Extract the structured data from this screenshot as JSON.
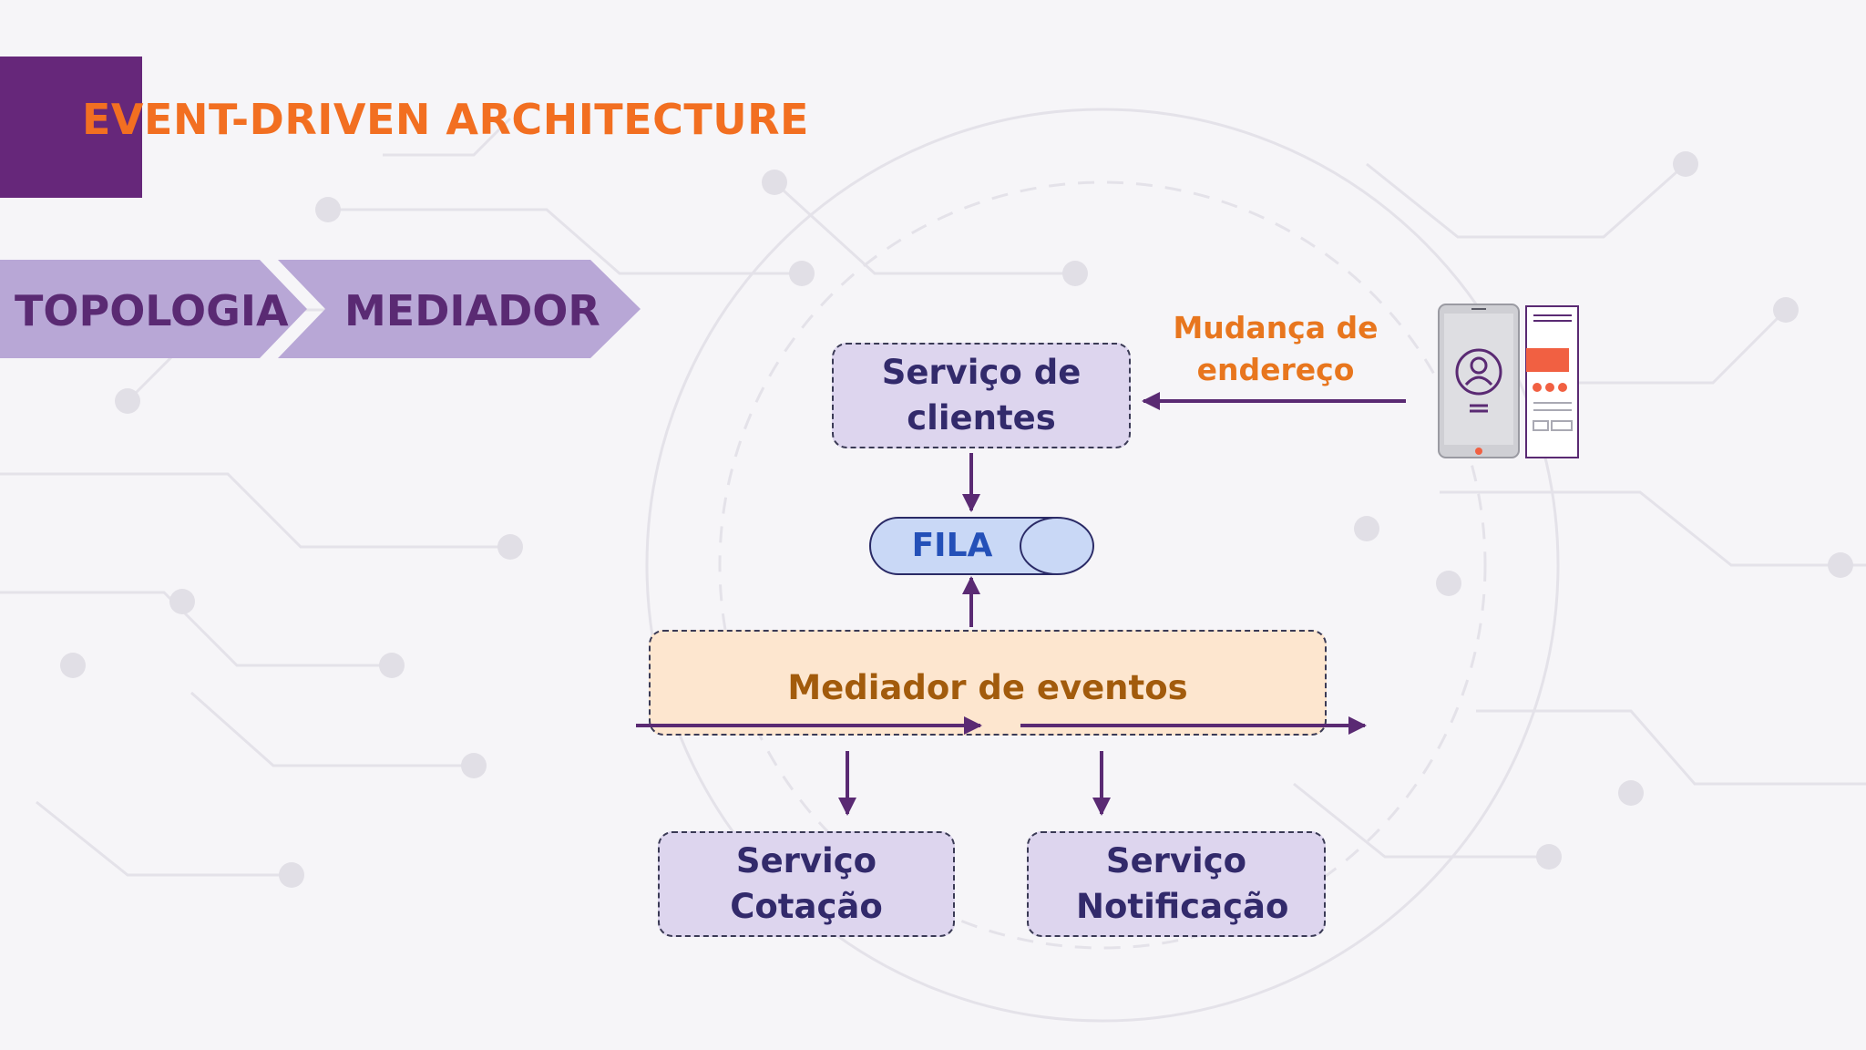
{
  "slide": {
    "title": "EVENT-DRIVEN ARCHITECTURE",
    "breadcrumb": [
      "TOPOLOGIA",
      "MEDIADOR"
    ]
  },
  "diagram": {
    "client_service": "Serviço de clientes",
    "queue": "FILA",
    "mediator": "Mediador de eventos",
    "quote_service": "Serviço Cotação",
    "notification_service": "Serviço Notificação",
    "trigger_label": "Mudança de endereço",
    "trigger_icon": "mobile-profile-icon"
  },
  "colors": {
    "accent_orange": "#f26f21",
    "brand_purple": "#66277a",
    "chevron_fill": "#b8a7d6",
    "arrow": "#5a2a73",
    "service_fill": "#ddd5ee",
    "mediator_fill": "#fde6cf",
    "queue_fill": "#c9d8f6"
  }
}
